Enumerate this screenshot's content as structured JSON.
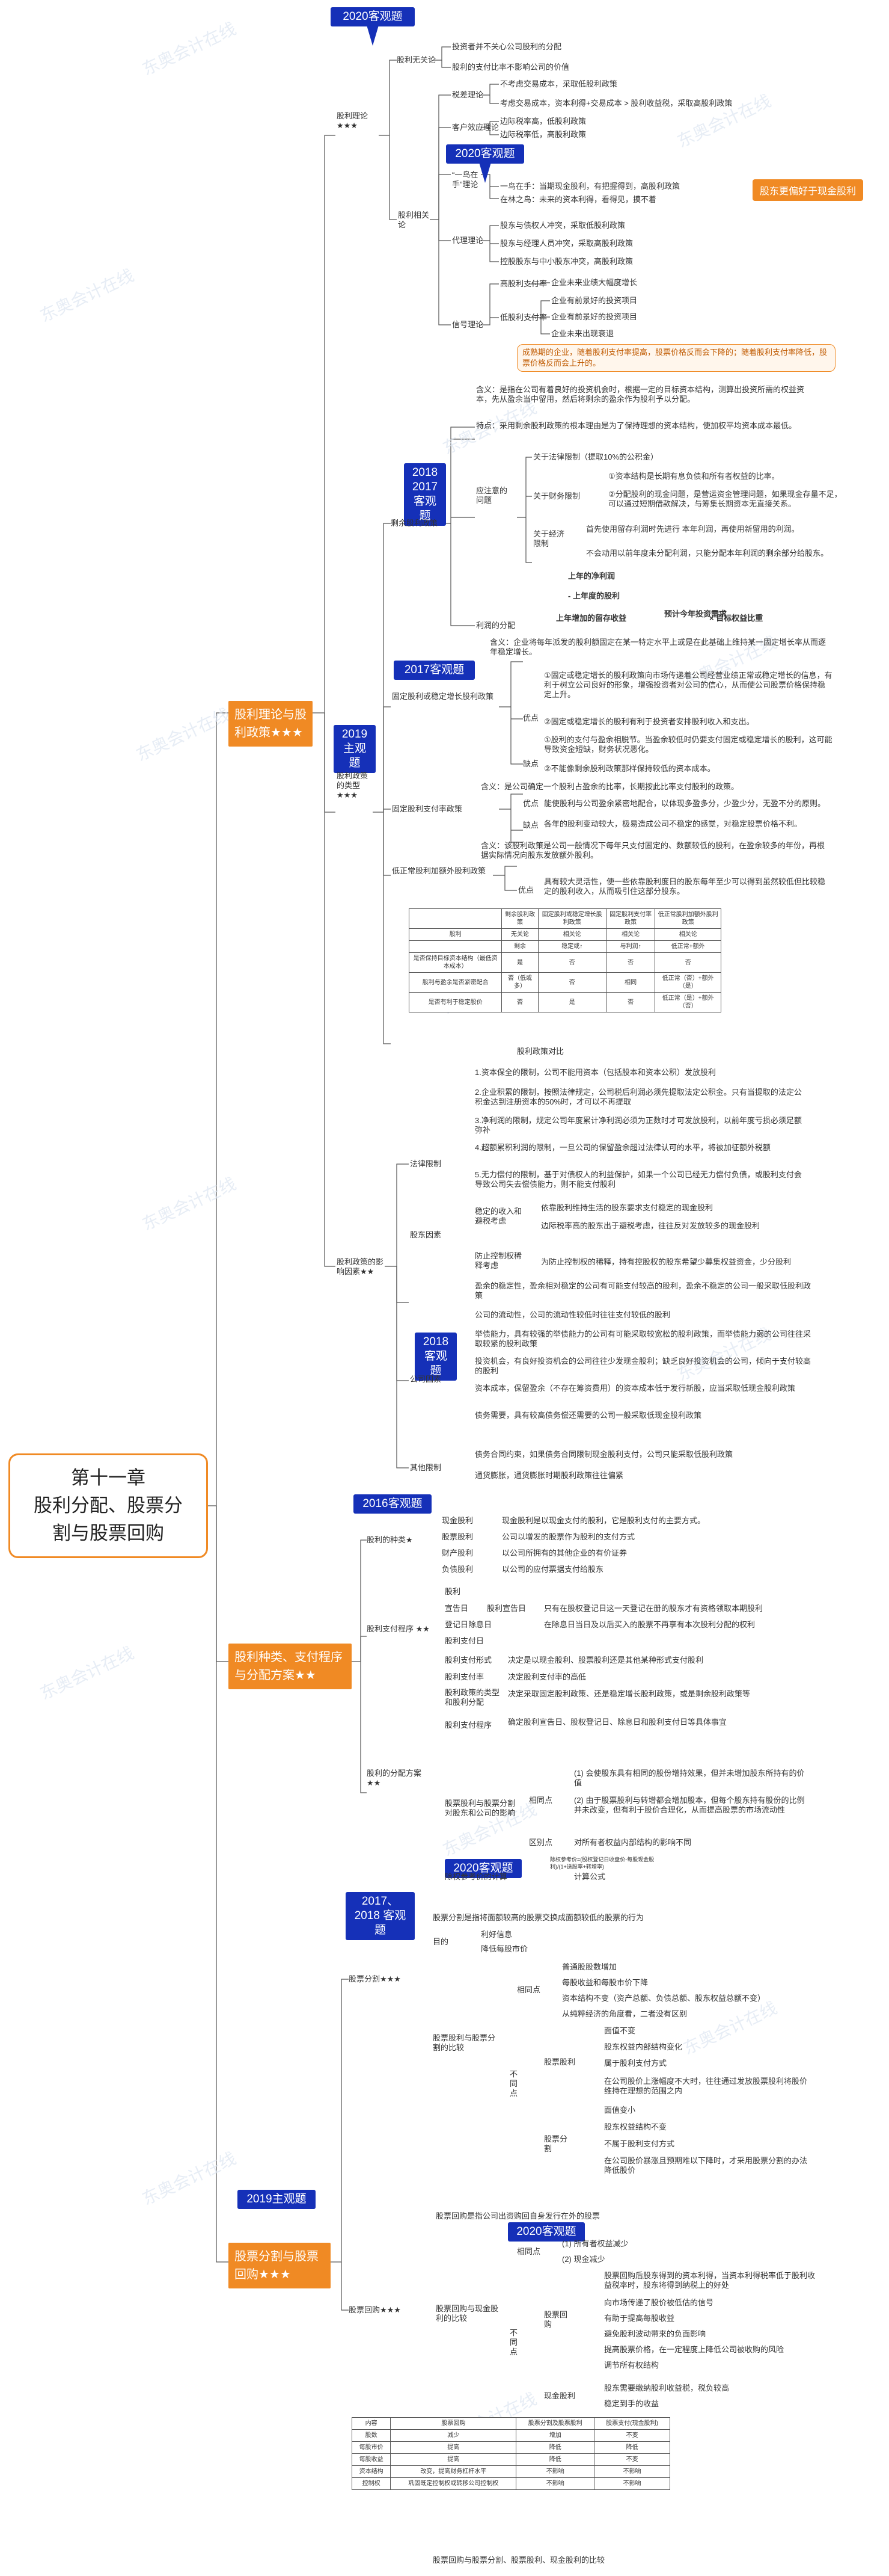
{
  "root": {
    "line1": "第十一章",
    "line2": "股利分配、股票分",
    "line3": "割与股票回购"
  },
  "sections": {
    "s1": "股利理论与股利政策★★★",
    "s2": "股利种类、支付程序与分配方案★★",
    "s3": "股票分割与股票回购★★★"
  },
  "tags": {
    "t1": "2020客观题",
    "t2": "2020客观题",
    "t3": "2018 2017 客观题",
    "t4": "2017客观题",
    "t5": "2019 主观题",
    "t6": "2018 客观题",
    "t7": "2016客观题",
    "t8": "2020客观题",
    "t9": "2017、2018 客观题",
    "t10": "2019主观题",
    "t11": "2020客观题"
  },
  "s1": {
    "theory": "股利理论 ★★★",
    "irrelevant": "股利无关论",
    "ir1": "投资者并不关心公司股利的分配",
    "ir2": "股利的支付比率不影响公司的价值",
    "relevant": "股利相关论",
    "tax": "税差理论",
    "tax1": "不考虑交易成本，采取低股利政策",
    "tax2": "考虑交易成本，资本利得+交易成本 > 股利收益税，采取高股利政策",
    "client": "客户效应理论",
    "cl1": "边际税率高，低股利政策",
    "cl2": "边际税率低，高股利政策",
    "bird": "“一鸟在手”理论",
    "bird1": "一鸟在手：当期现金股利，有把握得到，高股利政策",
    "bird2": "在林之鸟：未来的资本利得，看得见，摸不着",
    "birdNote": "股东更偏好于现金股利",
    "agency": "代理理论",
    "ag1": "股东与债权人冲突，采取低股利政策",
    "ag2": "股东与经理人员冲突，采取高股利政策",
    "ag3": "控股股东与中小股东冲突，高股利政策",
    "signal": "信号理论",
    "sig_high": "高股利支付率",
    "sig_h1": "企业未来业绩大幅度增长",
    "sig_low": "低股利支付率",
    "sig_l1": "企业有前景好的投资项目",
    "sig_l2": "企业有前景好的投资项目",
    "sig_l3": "企业未来出现衰退",
    "sigNote": "成熟期的企业，随着股利支付率提高，股票价格反而会下降的；随着股利支付率降低，股票价格反而会上升的。",
    "policyType": "股利政策的类型 ★★★",
    "residual": "剩余股利政策",
    "res_def": "含义：是指在公司有着良好的投资机会时，根据一定的目标资本结构，测算出投资所需的权益资本，先从盈余当中留用，然后将剩余的盈余作为股利予以分配。",
    "res_feat": "特点：采用剩余股利政策的根本理由是为了保持理想的资本结构，使加权平均资本成本最低。",
    "res_issue": "应注意的问题",
    "res_law": "关于法律限制（提取10%的公积金）",
    "res_fin": "关于财务限制",
    "res_fin1": "①资本结构是长期有息负债和所有者权益的比率。",
    "res_fin2": "②分配股利的现金问题，是营运资金管理问题，如果现金存量不足，可以通过短期借款解决，与筹集长期资本无直接关系。",
    "res_econ": "关于经济限制",
    "res_econ1": "首先使用留存利润时先进行 本年利润，再使用新留用的利润。",
    "res_econ2": "不会动用以前年度未分配利润，只能分配本年利润的剩余部分给股东。",
    "res_dist": "利润的分配",
    "res_f1": "上年的净利润",
    "res_f2": "- 上年度的股利",
    "res_f3": "上年增加的留存收益",
    "res_f4": "预计今年投资需求",
    "res_f5": "× 目标权益比重",
    "fixed": "固定股利或稳定增长股利政策",
    "fix_def": "含义：企业将每年派发的股利额固定在某一特定水平上或是在此基础上维持某一固定增长率从而逐年稳定增长。",
    "fix_adv": "优点",
    "fix_a1": "①固定或稳定增长的股利政策向市场传递着公司经营业绩正常或稳定增长的信息，有利于树立公司良好的形象，增强投资者对公司的信心，从而使公司股票价格保持稳定上升。",
    "fix_a2": "②固定或稳定增长的股利有利于投资者安排股利收入和支出。",
    "fix_dis": "缺点",
    "fix_d1": "①股利的支付与盈余相脱节。当盈余较低时仍要支付固定或稳定增长的股利，这可能导致资金短缺，财务状况恶化。",
    "fix_d2": "②不能像剩余股利政策那样保持较低的资本成本。",
    "ratio": "固定股利支付率政策",
    "rat_def": "含义：是公司确定一个股利占盈余的比率，长期按此比率支付股利的政策。",
    "rat_adv": "优点",
    "rat_a1": "能使股利与公司盈余紧密地配合，以体现多盈多分，少盈少分，无盈不分的原则。",
    "rat_dis": "缺点",
    "rat_d1": "各年的股利变动较大，极易造成公司不稳定的感觉，对稳定股票价格不利。",
    "low": "低正常股利加额外股利政策",
    "low_def": "含义：该股利政策是公司一般情况下每年只支付固定的、数额较低的股利，在盈余较多的年份，再根据实际情况向股东发放额外股利。",
    "low_adv": "优点",
    "low_a1": "具有较大灵活性，使一些依靠股利度日的股东每年至少可以得到虽然较低但比较稳定的股利收入，从而吸引住这部分股东。",
    "tableCaption": "股利政策对比",
    "factors": "股利政策的影响因素★★",
    "legal": "法律限制",
    "lg1": "1.资本保全的限制，公司不能用资本（包括股本和资本公积）发放股利",
    "lg2": "2.企业积累的限制，按照法律规定，公司税后利润必须先提取法定公积金。只有当提取的法定公积金达到注册资本的50%时，才可以不再提取",
    "lg3": "3.净利润的限制，规定公司年度累计净利润必须为正数时才可发放股利，以前年度亏损必须足额弥补",
    "lg4": "4.超额累积利润的限制，一旦公司的保留盈余超过法律认可的水平，将被加征额外税额",
    "lg5": "5.无力偿付的限制，基于对债权人的利益保护，如果一个公司已经无力偿付负债，或股利支付会导致公司失去偿债能力，则不能支付股利",
    "holder": "股东因素",
    "h_stable": "稳定的收入和避税考虑",
    "h_s1": "依靠股利维持生活的股东要求支付稳定的现金股利",
    "h_s2": "边际税率高的股东出于避税考虑，往往反对发放较多的现金股利",
    "h_ctrl": "防止控制权稀释考虑",
    "h_c1": "为防止控制权的稀释，持有控股权的股东希望少募集权益资金，少分股利",
    "company": "公司因素",
    "c1": "盈余的稳定性，盈余相对稳定的公司有可能支付较高的股利，盈余不稳定的公司一般采取低股利政策",
    "c2": "公司的流动性，公司的流动性较低时往往支付较低的股利",
    "c3": "举债能力，具有较强的举债能力的公司有可能采取较宽松的股利政策，而举债能力弱的公司往往采取较紧的股利政策",
    "c4": "投资机会，有良好投资机会的公司往往少发现金股利；缺乏良好投资机会的公司，倾向于支付较高的股利",
    "c5": "资本成本，保留盈余（不存在筹资费用）的资本成本低于发行新股，应当采取低现金股利政策",
    "c6": "债务需要，具有较高债务偿还需要的公司一般采取低现金股利政策",
    "others": "其他限制",
    "o1": "债务合同约束，如果债务合同限制现金股利支付，公司只能采取低股利政策",
    "o2": "通货膨胀，通货膨胀时期股利政策往往偏紧"
  },
  "s2": {
    "kinds": "股利的种类★",
    "k_cash": "现金股利",
    "k_cash1": "现金股利是以现金支付的股利，它是股利支付的主要方式。",
    "k_stock": "股票股利",
    "k_stock1": "公司以增发的股票作为股利的支付方式",
    "k_prop": "财产股利",
    "k_prop1": "以公司所拥有的其他企业的有价证券",
    "k_debt": "负债股利",
    "k_debt1": "以公司的应付票据支付给股东",
    "proc": "股利支付程序 ★★",
    "p1": "股利",
    "p2": "宣告日",
    "p2a": "股利宣告日",
    "p2b": "只有在股权登记日这一天登记在册的股东才有资格领取本期股利",
    "p3": "登记日除息日",
    "p3a": "在除息日当日及以后买入的股票不再享有本次股利分配的权利",
    "p4": "股利支付日",
    "plan": "股利的分配方案 ★★",
    "pl1": "股利支付形式",
    "pl1a": "决定是以现金股利、股票股利还是其他某种形式支付股利",
    "pl2": "股利支付率",
    "pl2a": "决定股利支付率的高低",
    "pl3": "股利政策的类型和股利分配",
    "pl3a": "决定采取固定股利政策、还是稳定增长股利政策，或是剩余股利政策等",
    "pl4": "股利支付程序",
    "pl4a": "确定股利宣告日、股权登记日、除息日和股利支付日等具体事宜",
    "std": "股票股利与股票分割对股东和公司的影响",
    "std_same": "相同点",
    "std_same1": "(1) 会使股东具有相同的股份增持效果，但并未增加股东所持有的价值",
    "std_same2": "(2) 由于股票股利与转增都会增加股本，但每个股东持有股份的比例并未改变，但有利于股价合理化，从而提高股票的市场流动性",
    "std_diff": "区别点",
    "std_diff1": "对所有者权益内部结构的影响不同",
    "calc": "除权参考价的计算",
    "calc1": "除权参考价=(股权登记日收盘价-每股现金股利)/(1+送股率+转增率)",
    "calc2": "计算公式"
  },
  "s3": {
    "split": "股票分割★★★",
    "sp_def": "股票分割是指将面额较高的股票交换成面额较低的股票的行为",
    "sp_goal": "目的",
    "sp_g1": "利好信息",
    "sp_g2": "降低每股市价",
    "sp_cmp": "股票股利与股票分割的比较",
    "sp_same": "相同点",
    "sp_s1": "普通股股数增加",
    "sp_s2": "每股收益和每股市价下降",
    "sp_s3": "资本结构不变（资产总额、负债总额、股东权益总额不变）",
    "sp_s4": "从纯粹经济的角度看，二者没有区别",
    "sp_diff": "不同点",
    "sp_div": "股票股利",
    "sp_d1": "面值不变",
    "sp_d2": "股东权益内部结构变化",
    "sp_d3": "属于股利支付方式",
    "sp_d4": "在公司股价上涨幅度不大时，往往通过发放股票股利将股价维持在理想的范围之内",
    "sp_sp": "股票分割",
    "sp_p1": "面值变小",
    "sp_p2": "股东权益结构不变",
    "sp_p3": "不属于股利支付方式",
    "sp_p4": "在公司股价暴涨且预期难以下降时，才采用股票分割的办法降低股价",
    "repo": "股票回购★★★",
    "rp_def": "股票回购是指公司出资购回自身发行在外的股票",
    "rp_cmp": "股票回购与现金股利的比较",
    "rp_same": "相同点",
    "rp_s1": "(1) 所有者权益减少",
    "rp_s2": "(2) 现金减少",
    "rp_diff": "不同点",
    "rp_buy": "股票回购",
    "rp_b1": "股票回购后股东得到的资本利得，当资本利得税率低于股利收益税率时，股东将得到纳税上的好处",
    "rp_b2": "向市场传递了股价被低估的信号",
    "rp_b3": "有助于提高每股收益",
    "rp_b4": "避免股利波动带来的负面影响",
    "rp_b5": "提高股票价格，在一定程度上降低公司被收购的风险",
    "rp_b6": "调节所有权结构",
    "rp_cash": "现金股利",
    "rp_c1": "股东需要缴纳股利收益税，税负较高",
    "rp_c2": "稳定到手的收益",
    "tableCaption": "股票回购与股票分割、股票股利、现金股利的比较"
  },
  "policyTable": {
    "header": [
      "",
      "剩余股利政策",
      "固定股利或稳定增长股利政策",
      "固定股利支付率政策",
      "低正常股利加额外股利政策"
    ],
    "rows": [
      [
        "股利",
        "无关论",
        "相关论",
        "相关论",
        "相关论"
      ],
      [
        "",
        "剩余",
        "稳定或↑",
        "与利润↑",
        "低正常+额外"
      ],
      [
        "是否保持目标资本结构（最低资本成本）",
        "是",
        "否",
        "否",
        "否"
      ],
      [
        "股利与盈余是否紧密配合",
        "否（低或多）",
        "否",
        "相同",
        "低正常（否）+额外（是）"
      ],
      [
        "是否有利于稳定股价",
        "否",
        "是",
        "否",
        "低正常（是）+额外（否）"
      ]
    ]
  },
  "repoTable": {
    "header": [
      "内容",
      "股票回购",
      "股票分割及股票股利",
      "股票支付(现金股利)"
    ],
    "rows": [
      [
        "股数",
        "减少",
        "增加",
        "不变"
      ],
      [
        "每股市价",
        "提高",
        "降低",
        "降低"
      ],
      [
        "每股收益",
        "提高",
        "降低",
        "不变"
      ],
      [
        "资本结构",
        "改变，提高财务杠杆水平",
        "不影响",
        "不影响"
      ],
      [
        "控制权",
        "巩固既定控制权或转移公司控制权",
        "不影响",
        "不影响"
      ]
    ]
  },
  "watermark": "东奥会计在线"
}
